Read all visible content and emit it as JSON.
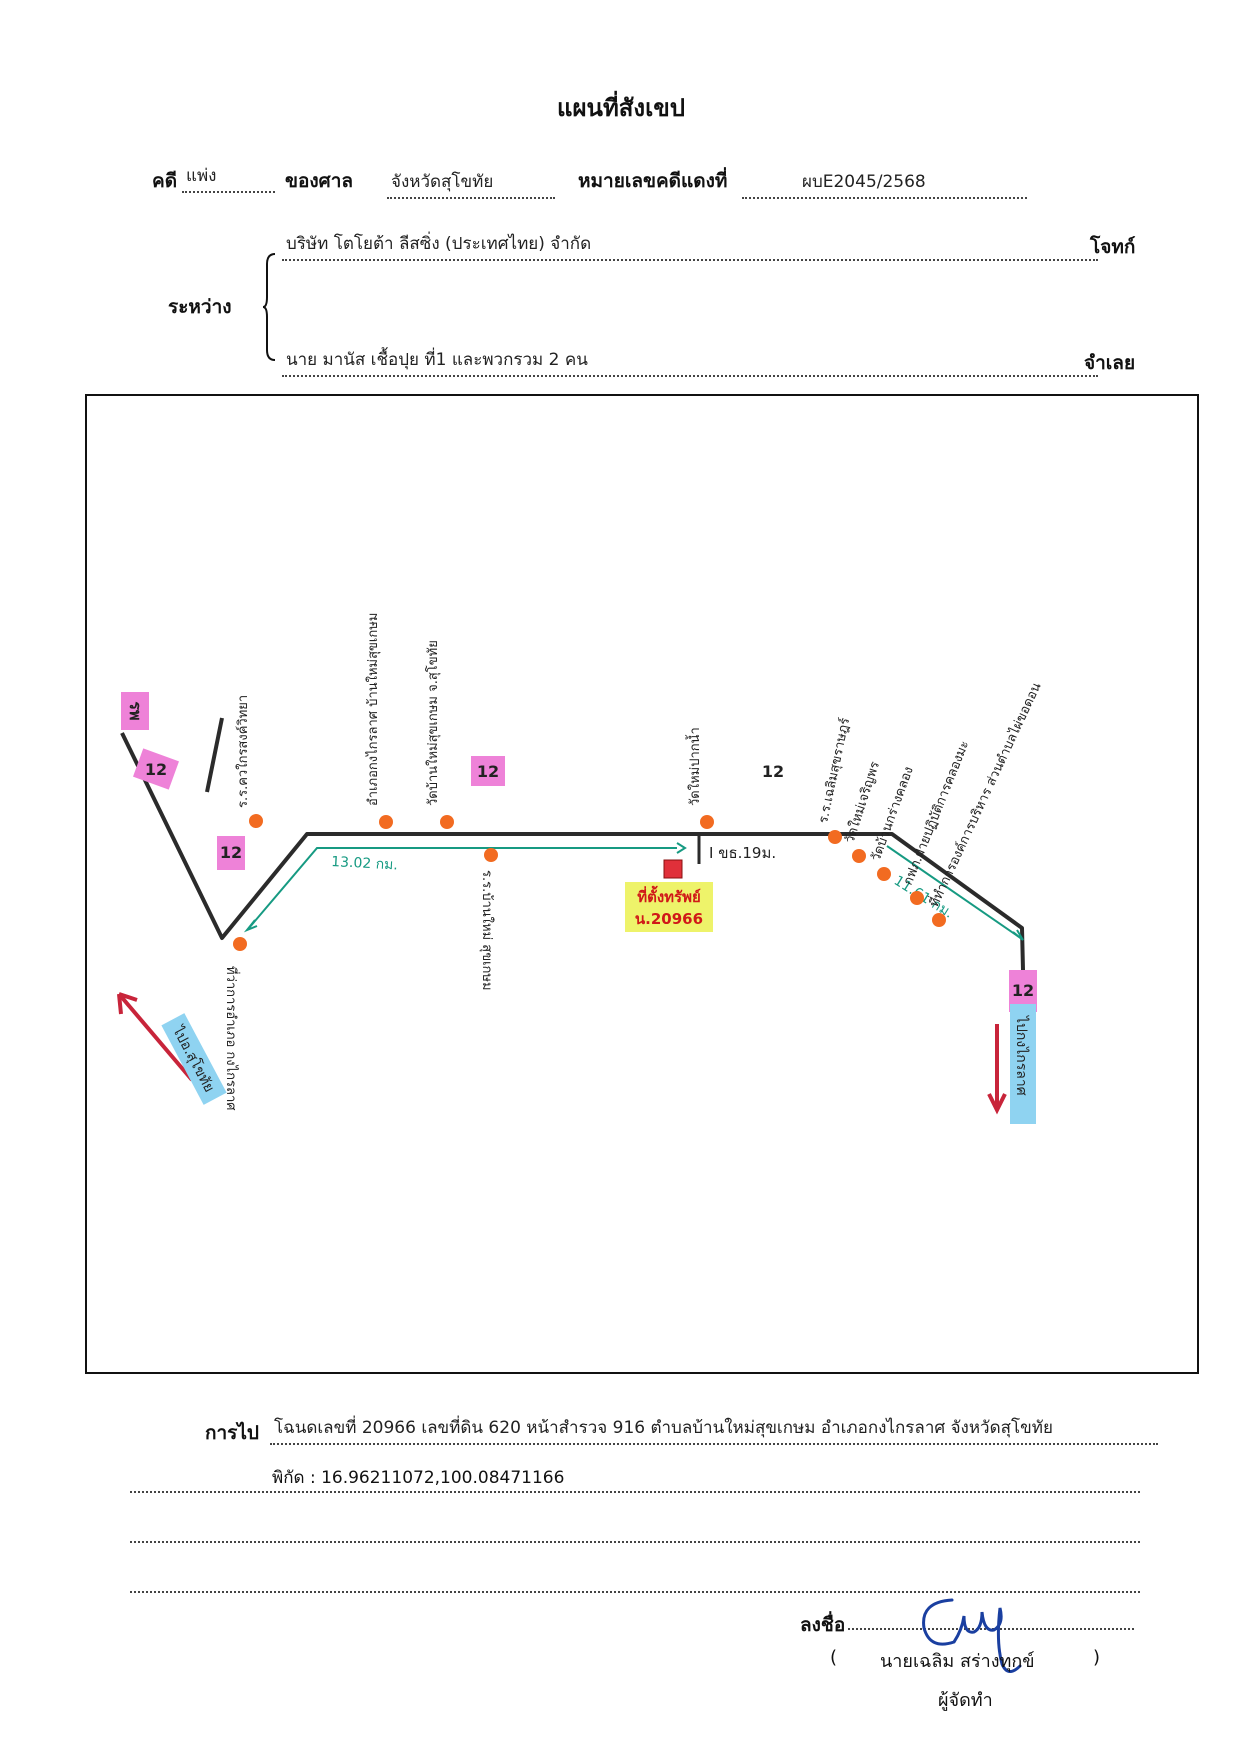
{
  "header": {
    "title": "แผนที่สังเขป",
    "case_label": "คดี",
    "case_value": "แพ่ง",
    "court_label": "ของศาล",
    "court_value": "จังหวัดสุโขทัย",
    "red_no_label": "หมายเลขคดีแดงที่",
    "red_no_value": "ผบE2045/2568",
    "between_label": "ระหว่าง",
    "plaintiff_value": "บริษัท โตโยต้า ลีสซิ่ง (ประเทศไทย) จำกัด",
    "plaintiff_label": "โจทก์",
    "defendant_value": "นาย มานัส เชื้อปุย ที่1 และพวกรวม 2 คน",
    "defendant_label": "จำเลย"
  },
  "map": {
    "colors": {
      "road": "#2b2b2b",
      "dim": "#169a82",
      "poi": "#f26b21",
      "road_badge": "#ee82d8",
      "dest_badge": "#8fd3f1",
      "arrow": "#c8243a",
      "prop_box": "#eef36a",
      "prop_text": "#d01818"
    },
    "road_badges": [
      "รพ",
      "12",
      "12",
      "12",
      "12",
      "12"
    ],
    "distances": [
      "13.02 กม.",
      "11.61 กม."
    ],
    "marker": "I ขธ.19ม.",
    "property_label": "ที่ตั้งทรัพย์",
    "property_no": "น.20966",
    "pois": [
      "ร.ร.ควใกรสงค์วิทยา",
      "ที่ว่าการอำเภอ กงไกรลาศ",
      "อำเภอกงไกรลาศ บ้านใหม่สุขเกษม",
      "วัดบ้านใหม่สุขเกษม จ.สุโขทัย",
      "ร.ร.บ้านใหม่ สุขเกษม",
      "วัดใหม่ปากน้ำ",
      "ร.ร.เฉลิมสุขราษฎร์",
      "วัดใหม่เจริญพร",
      "วัดบ้านกร่างคลอง",
      "กฟภ.ฝ่ายปฏิบัติการคลองมะ",
      "ที่ทำการองค์การบริหาร ส่วนตำบลไผ่ขอดอน"
    ],
    "dest_left": "ไปอ.สุโขทัย",
    "dest_right": "ไปกงไกรลาศ"
  },
  "footer": {
    "route_label": "การไป",
    "route_value": "โฉนดเลขที่ 20966  เลขที่ดิน  620 หน้าสำรวจ 916 ตำบลบ้านใหม่สุขเกษม อำเภอกงไกรลาศ จังหวัดสุโขทัย",
    "coords": "พิกัด : 16.96211072,100.08471166",
    "sign_label": "ลงชื่อ",
    "open_paren": "(",
    "signer_name": "นายเฉลิม  สร่างทุกข์",
    "close_paren": ")",
    "signer_role": "ผู้จัดทำ"
  }
}
